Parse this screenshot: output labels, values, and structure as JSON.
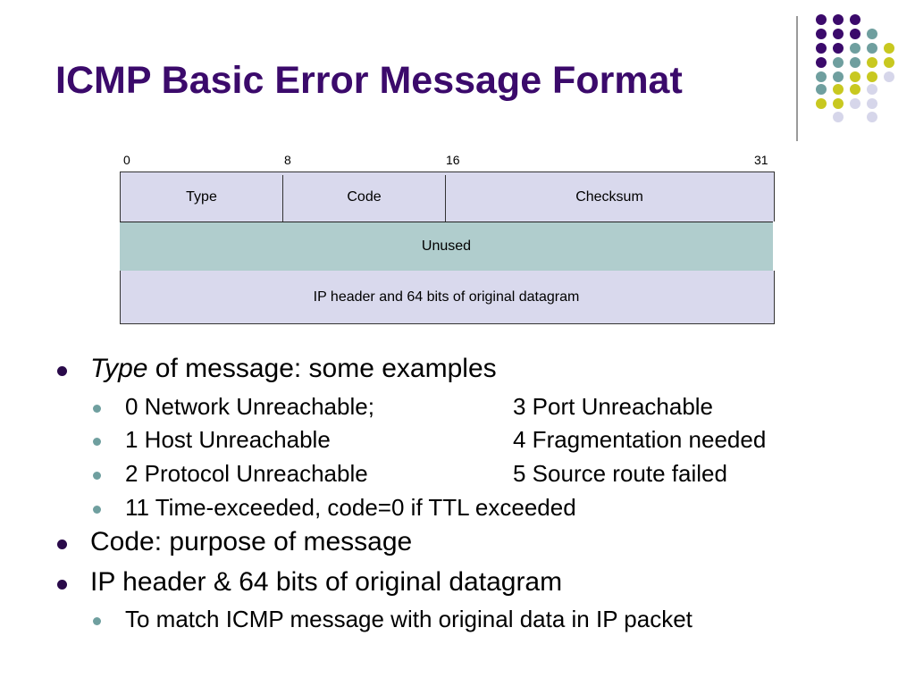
{
  "slide": {
    "title": "ICMP Basic Error Message Format"
  },
  "diagram": {
    "bit_positions": [
      "0",
      "8",
      "16",
      "31"
    ],
    "row1": {
      "type": "Type",
      "code": "Code",
      "checksum": "Checksum"
    },
    "row2": {
      "unused": "Unused"
    },
    "row3": {
      "payload": "IP header and 64 bits of original datagram"
    }
  },
  "bullets": {
    "b1_italic": "Type",
    "b1_rest": " of message:  some examples",
    "sub1_left": "0 Network Unreachable;",
    "sub1_right": "3 Port Unreachable",
    "sub2_left": "1 Host Unreachable",
    "sub2_right": "4 Fragmentation needed",
    "sub3_left": "2 Protocol Unreachable",
    "sub3_right": "5 Source route failed",
    "sub4": "11 Time-exceeded, code=0 if TTL exceeded",
    "b2": "Code:  purpose of message",
    "b3": "IP header & 64 bits of original datagram",
    "sub5": "To match ICMP message with original data in IP packet"
  },
  "colors": {
    "title": "#3b0a6b",
    "dot_purple": "#3b0a6b",
    "dot_teal": "#6f9f9f",
    "dot_yellow": "#c8c820",
    "dot_lavender": "#d6d6ea",
    "row_lavender": "#d9d9ed",
    "row_teal": "#b0cdcd"
  }
}
